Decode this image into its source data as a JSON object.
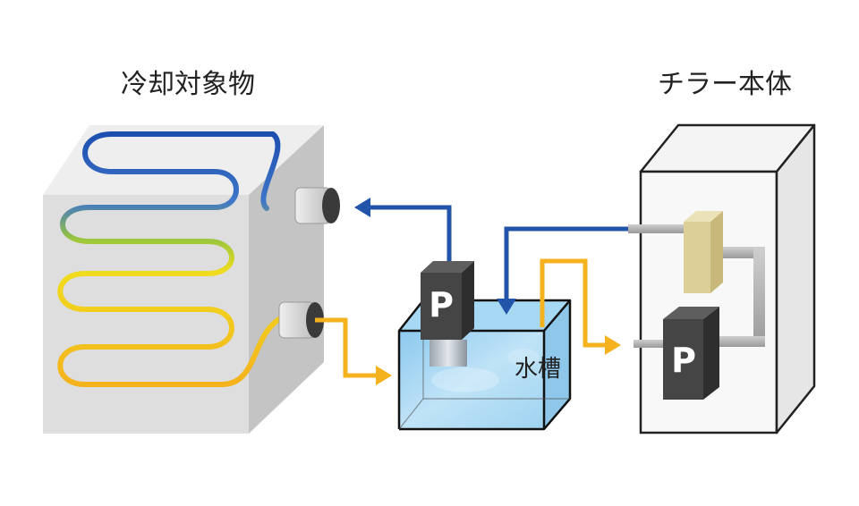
{
  "labels": {
    "cooled_object": "冷却対象物",
    "chiller_unit": "チラー本体",
    "water_tank": "水槽"
  },
  "pumps": {
    "tank_pump_letter": "P",
    "chiller_pump_letter": "P"
  },
  "colors": {
    "supply_blue": "#2255aa",
    "return_yellow": "#f5b21f",
    "coil_green": "#9ac63d",
    "coil_yellow": "#f0dc1e",
    "water_blue": "#bfe3f7",
    "box_gray": "#d9d9d9",
    "pump_dark": "#4a4a4a",
    "heat_exchanger_tan": "#dccf98"
  }
}
